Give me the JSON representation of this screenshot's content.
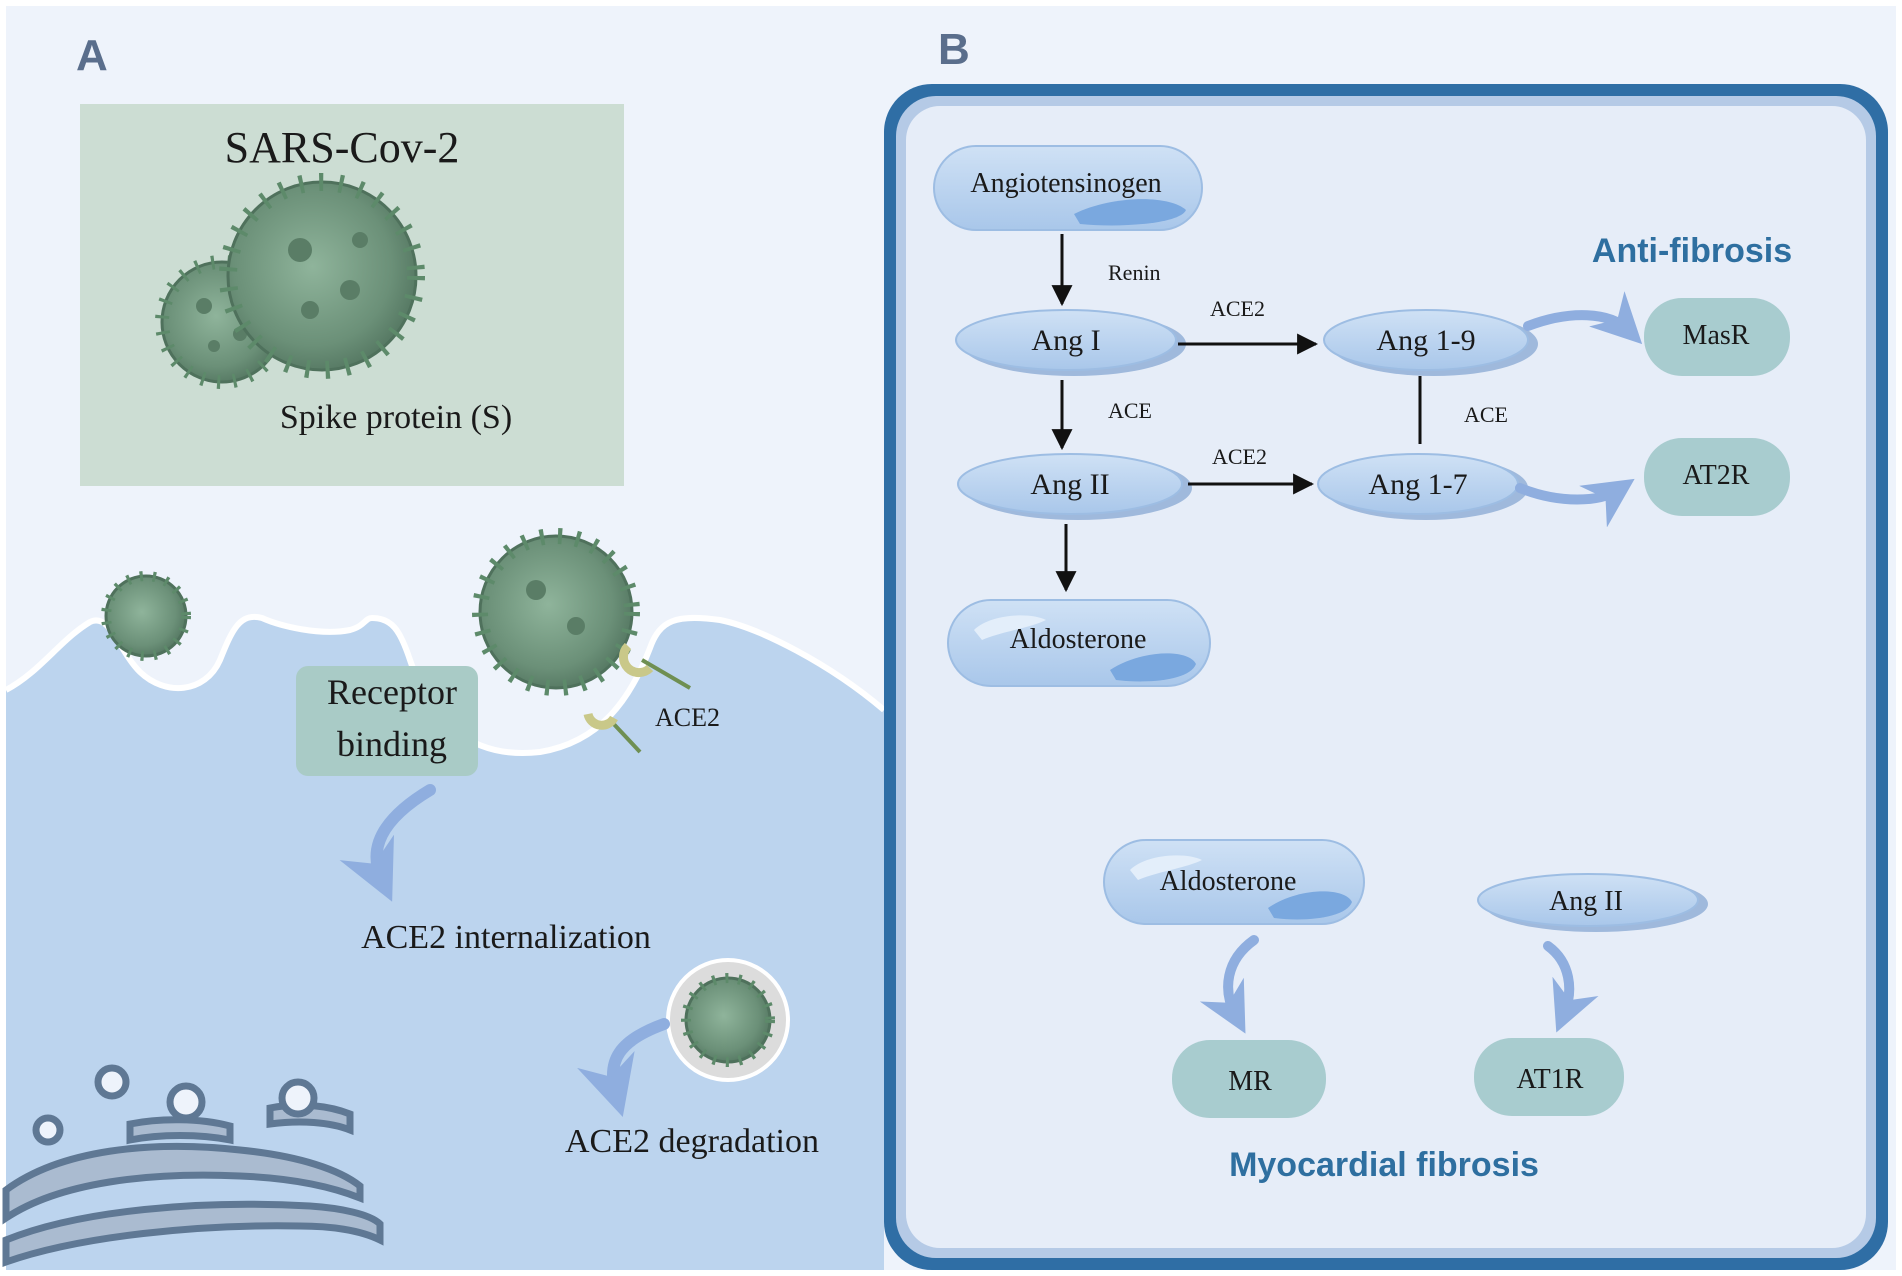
{
  "panel_a": {
    "letter": "A",
    "virus_box": {
      "title": "SARS-Cov-2",
      "subtitle": "Spike protein (S)"
    },
    "receptor_binding": [
      "Receptor",
      "binding"
    ],
    "ace2_label": "ACE2",
    "internalization": "ACE2 internalization",
    "degradation": "ACE2 degradation"
  },
  "panel_b": {
    "letter": "B",
    "nodes": {
      "angiotensinogen": "Angiotensinogen",
      "ang1": "Ang I",
      "ang19": "Ang 1-9",
      "ang2": "Ang II",
      "ang17": "Ang 1-7",
      "aldosterone_top": "Aldosterone",
      "masr": "MasR",
      "at2r": "AT2R",
      "aldosterone_bottom": "Aldosterone",
      "ang2_bottom": "Ang II",
      "mr": "MR",
      "at1r": "AT1R"
    },
    "enzymes": {
      "renin": "Renin",
      "ace2_top": "ACE2",
      "ace_left": "ACE",
      "ace_right": "ACE",
      "ace2_mid": "ACE2"
    },
    "anti_fibrosis": "Anti-fibrosis",
    "myocardial_fibrosis": "Myocardial fibrosis"
  },
  "colors": {
    "background": "#eef3fb",
    "cell": "#bcd4ee",
    "virus_box": "#ccddd3",
    "receptor_box": "#a9cbc6",
    "ellipse": "#b6d1ee",
    "receptor_pill": "#a8cccf",
    "title_blue": "#2e6fa0",
    "virus_green": "#6d9278"
  }
}
